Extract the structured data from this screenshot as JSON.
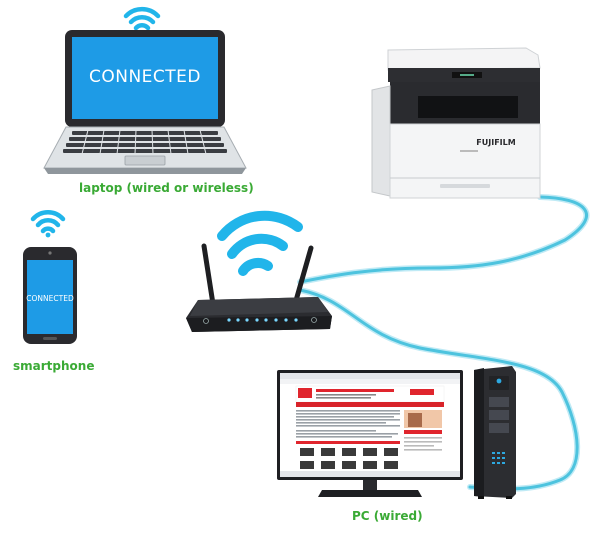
{
  "colors": {
    "label_green": "#3aaa35",
    "screen_blue": "#1e9be6",
    "cable_cyan": "#4dc3de",
    "wifi_cyan": "#21b5ea",
    "device_dark": "#2a2a2e",
    "router_led": "#7ad8ff"
  },
  "laptop": {
    "screen_text": "CONNECTED",
    "label": "laptop (wired or wireless)"
  },
  "smartphone": {
    "screen_text": "CONNECTED",
    "label": "smartphone"
  },
  "pc": {
    "label": "PC (wired)"
  },
  "printer": {
    "brand": "FUJIFILM"
  },
  "icons": [
    "wifi-icon",
    "laptop-icon",
    "smartphone-icon",
    "router-icon",
    "printer-icon",
    "monitor-icon",
    "tower-icon"
  ]
}
